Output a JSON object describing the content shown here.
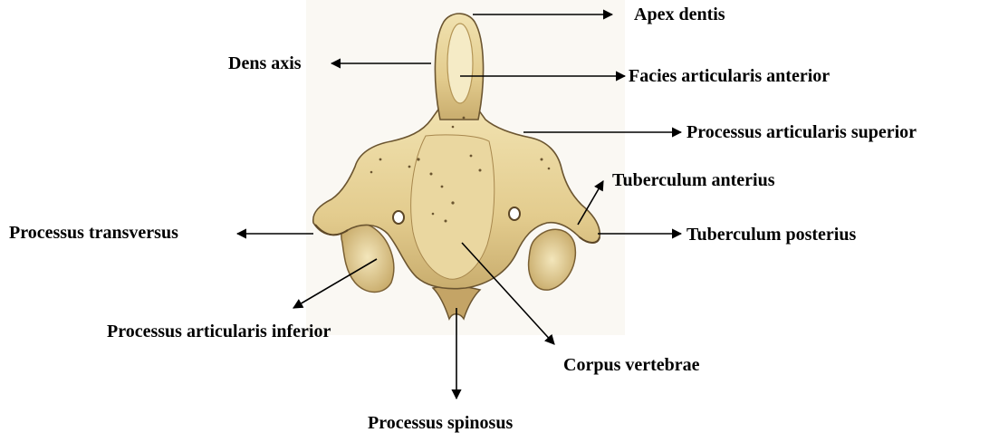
{
  "labels": {
    "apex_dentis": "Apex dentis",
    "dens_axis": "Dens axis",
    "facies_articularis_anterior": "Facies articularis anterior",
    "processus_articularis_superior": "Processus articularis superior",
    "tuberculum_anterius": "Tuberculum anterius",
    "processus_transversus": "Processus transversus",
    "tuberculum_posterius": "Tuberculum posterius",
    "processus_articularis_inferior": "Processus articularis inferior",
    "corpus_vertebrae": "Corpus vertebrae",
    "processus_spinosus": "Processus spinosus"
  },
  "colors": {
    "bone": "#e8d49c",
    "bone_shadow": "#b89a5c",
    "bone_dark": "#6b5530",
    "bone_highlight": "#f6ecc8",
    "arrow": "#000000"
  }
}
